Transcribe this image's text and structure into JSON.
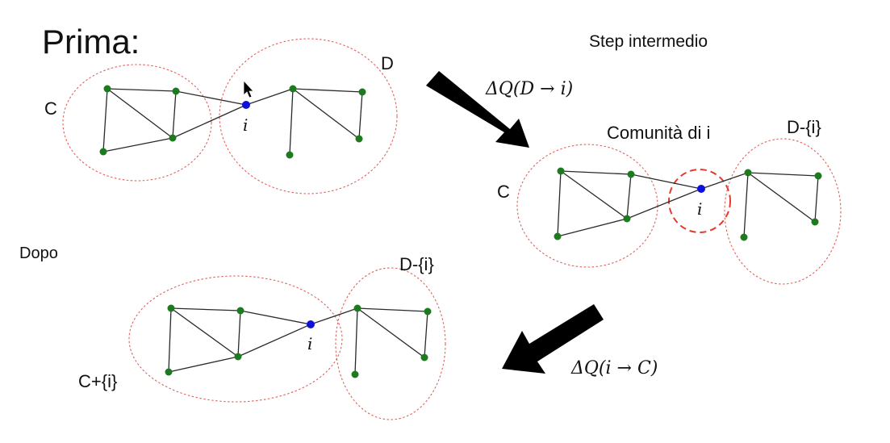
{
  "title": "Prima:",
  "step_label": "Step intermedio",
  "after_label": "Dopo",
  "colors": {
    "node": "#1e7a1e",
    "node_i": "#1010dd",
    "community_border": "#e0605a",
    "community_i_border": "#e23b2e",
    "arrow": "#000000"
  },
  "prima": {
    "community_c": "C",
    "community_d": "D",
    "node_i": "i"
  },
  "intermedio": {
    "arrow_label": "ΔQ(D → i)",
    "community_c": "C",
    "community_i": "Comunità di i",
    "community_d": "D-{i}",
    "node_i": "i"
  },
  "dopo": {
    "arrow_label": "ΔQ(i → C)",
    "community_c": "C+{i}",
    "community_d": "D-{i}",
    "node_i": "i"
  },
  "cursor": "mouse-pointer-icon"
}
